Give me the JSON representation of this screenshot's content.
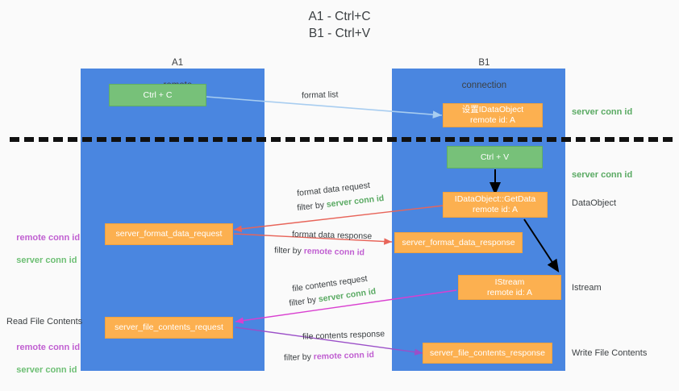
{
  "title": {
    "line1": "A1 - Ctrl+C",
    "line2": "B1 - Ctrl+V"
  },
  "columns": [
    {
      "name": "A1",
      "sub": "remote"
    },
    {
      "name": "B1",
      "sub": "connection"
    }
  ],
  "nodes": {
    "ctrl_c": "Ctrl + C",
    "ctrl_v": "Ctrl + V",
    "data_object_set": "设置IDataObject\nremote id: A",
    "get_data": "IDataObject::GetData\nremote id: A",
    "istream": "IStream\nremote id: A",
    "server_format_data_request": "server_format_data_request",
    "server_format_data_response": "server_format_data_response",
    "server_file_contents_request": "server_file_contents_request",
    "server_file_contents_response": "server_file_contents_response"
  },
  "right_annotations": [
    {
      "text": "server conn id",
      "kind": "green"
    },
    {
      "text": "server conn id",
      "kind": "green"
    },
    {
      "text": "DataObject",
      "kind": "dark"
    },
    {
      "text": "Istream",
      "kind": "dark"
    },
    {
      "text": "Write File Contents",
      "kind": "dark"
    }
  ],
  "left_annotations": {
    "block1": {
      "remote": "remote conn id",
      "server": "server conn id"
    },
    "block2_title": "Read File Contents",
    "block2": {
      "remote": "remote conn id",
      "server": "server conn id"
    }
  },
  "edge_labels": {
    "format_list": "format list",
    "format_data_request": "format data request",
    "format_data_request_filter_prefix": "filter by ",
    "format_data_request_filter_value": "server conn id",
    "format_data_response": "format data response",
    "format_data_response_filter_prefix": "filter by ",
    "format_data_response_filter_value": "remote conn id",
    "file_contents_request": "file contents request",
    "file_contents_request_filter_prefix": "filter by ",
    "file_contents_request_filter_value": "server conn id",
    "file_contents_response": "file contents response",
    "file_contents_response_filter_prefix": "filter by ",
    "file_contents_response_filter_value": "remote conn id"
  },
  "colors": {
    "lane": "#4a86e0",
    "green_node": "#77c179",
    "orange_node": "#fcb050",
    "server_conn": "#5aaa63",
    "remote_conn": "#c05fd1",
    "arrow_blue": "#a8cdf0",
    "arrow_red": "#e8655a",
    "arrow_magenta": "#d93fd0",
    "arrow_purple": "#9b4fc8",
    "arrow_black": "#000000",
    "background": "#fafafa"
  }
}
